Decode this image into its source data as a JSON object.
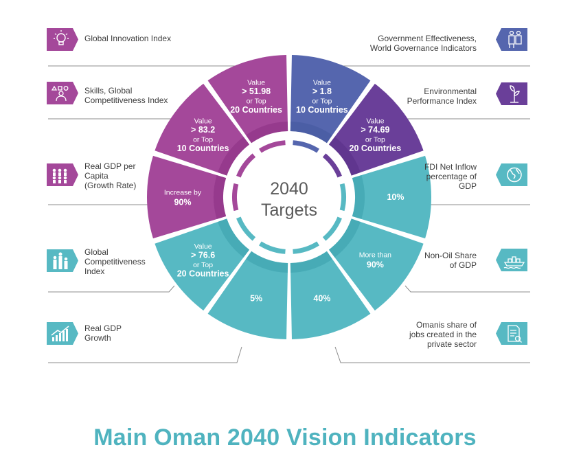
{
  "center": {
    "line1": "2040",
    "line2": "Targets"
  },
  "title": "Main Oman 2040 Vision Indicators",
  "colors": {
    "magenta": "#a4489a",
    "magenta_dark": "#8a2f83",
    "blue": "#5566ae",
    "purple": "#6a3f99",
    "teal": "#57b9c3",
    "teal_dark": "#3aa0ab",
    "title": "#4fb3bf"
  },
  "segments": [
    {
      "id": "innovation",
      "lines": [
        "Value",
        "> 51.98",
        "or Top",
        "20 Countries"
      ]
    },
    {
      "id": "governance",
      "lines": [
        "Value",
        "> 1.8",
        "or Top",
        "10 Countries"
      ]
    },
    {
      "id": "environment",
      "lines": [
        "Value",
        "> 74.69",
        "or Top",
        "20 Countries"
      ]
    },
    {
      "id": "fdi",
      "lines": [
        "10%"
      ]
    },
    {
      "id": "nonoil",
      "lines": [
        "More than",
        "90%"
      ]
    },
    {
      "id": "omanis",
      "lines": [
        "40%"
      ]
    },
    {
      "id": "gdp-growth",
      "lines": [
        "5%"
      ]
    },
    {
      "id": "competitiveness",
      "lines": [
        "Value",
        "> 76.6",
        "or Top",
        "20 Countries"
      ]
    },
    {
      "id": "gdp-capita",
      "lines": [
        "Increase by",
        "90%"
      ]
    },
    {
      "id": "skills",
      "lines": [
        "Value",
        "> 83.2",
        "or Top",
        "10 Countries"
      ]
    }
  ],
  "indicators": {
    "left": [
      {
        "id": "innovation",
        "label": "Global Innovation Index",
        "icon": "lightbulb-icon"
      },
      {
        "id": "skills",
        "label": "Skills, Global\nCompetitiveness Index",
        "icon": "skills-people-icon"
      },
      {
        "id": "gdp-capita",
        "label": "Real GDP per\nCapita\n(Growth Rate)",
        "icon": "population-icon"
      },
      {
        "id": "competitiveness",
        "label": "Global\nCompetitiveness\nIndex",
        "icon": "podium-icon"
      },
      {
        "id": "gdp-growth",
        "label": "Real GDP\nGrowth",
        "icon": "growth-chart-icon"
      }
    ],
    "right": [
      {
        "id": "governance",
        "label": "Government Effectiveness,\nWorld Governance Indicators",
        "icon": "government-people-icon"
      },
      {
        "id": "environment",
        "label": "Environmental\nPerformance Index",
        "icon": "plant-icon"
      },
      {
        "id": "fdi",
        "label": "FDI Net Inflow\npercentage of\nGDP",
        "icon": "globe-icon"
      },
      {
        "id": "nonoil",
        "label": "Non-Oil Share\nof GDP",
        "icon": "ship-icon"
      },
      {
        "id": "omanis",
        "label": "Omanis share of\njobs created in the\nprivate sector",
        "icon": "document-icon"
      }
    ]
  }
}
